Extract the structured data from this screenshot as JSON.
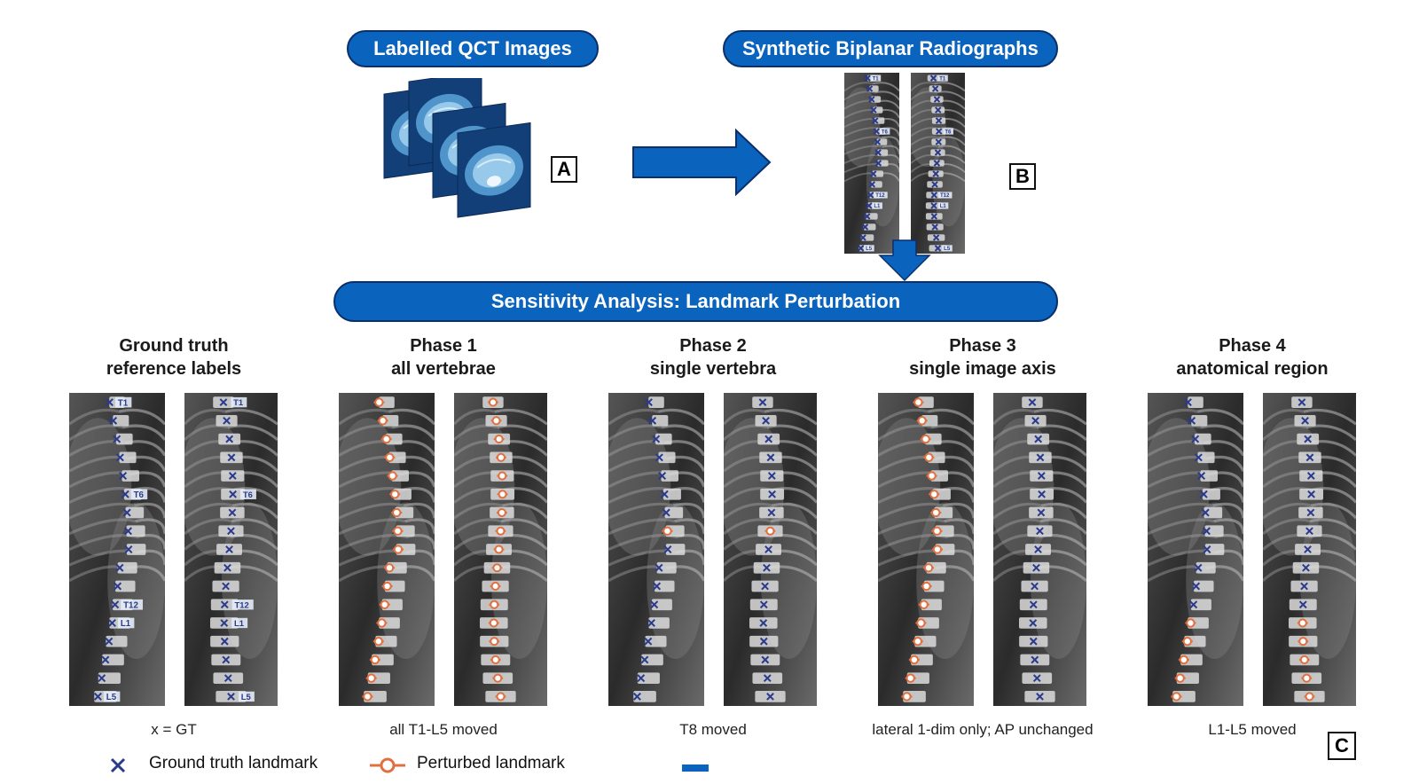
{
  "top": {
    "qct_label": "Labelled QCT Images",
    "radiograph_label": "Synthetic Biplanar Radiographs",
    "label_a": "A",
    "label_b": "B",
    "analysis_label": "Sensitivity Analysis: Landmark Perturbation",
    "label_c": "C"
  },
  "radiograph_tags_lat": [
    "T1",
    "T6",
    "T12",
    "L1",
    "L5"
  ],
  "radiograph_tags_ap": [
    "T1",
    "T6",
    "T12",
    "L1",
    "L5"
  ],
  "phases": [
    {
      "line1": "Ground truth",
      "line2": "reference labels",
      "caption": "x = GT",
      "moved": "none",
      "tags_lat": [
        "T1",
        "T6",
        "T12",
        "L1",
        "L5"
      ],
      "tags_ap": [
        "T1",
        "T6",
        "T12",
        "L1",
        "L5"
      ]
    },
    {
      "line1": "Phase 1",
      "line2": "all vertebrae",
      "caption": "all T1-L5 moved",
      "moved": "all"
    },
    {
      "line1": "Phase 2",
      "line2": "single vertebra",
      "caption": "T8 moved",
      "moved": "single"
    },
    {
      "line1": "Phase 3",
      "line2": "single image axis",
      "caption": "lateral 1-dim only; AP unchanged",
      "moved": "lateral"
    },
    {
      "line1": "Phase 4",
      "line2": "anatomical region",
      "caption": "L1-L5 moved",
      "moved": "lumbar"
    }
  ],
  "legend": {
    "gt": "Ground truth landmark",
    "perturbed": "Perturbed landmark"
  },
  "colors": {
    "pill_blue": "#0a63bd",
    "gt_marker": "#2a3a8c",
    "perturbed_marker": "#e07040"
  }
}
